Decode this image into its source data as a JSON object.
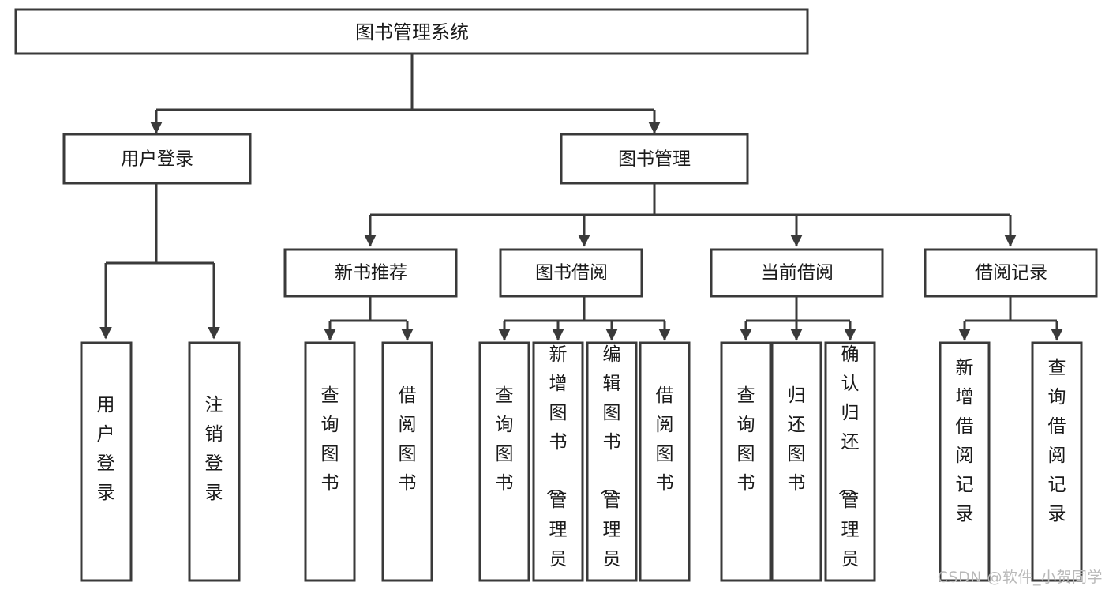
{
  "diagram": {
    "title": "图书管理系统",
    "type": "tree-hierarchy-chart",
    "watermark": "CSDN @软件_小贺同学",
    "colors": {
      "box_stroke": "#3a3a3a",
      "box_fill": "#ffffff",
      "text": "#1a1a1a",
      "connector": "#3a3a3a",
      "watermark": "#b9b9b9",
      "background": "#ffffff"
    },
    "root": {
      "label": "图书管理系统"
    },
    "level2": [
      {
        "label": "用户登录"
      },
      {
        "label": "图书管理"
      }
    ],
    "level3": [
      {
        "label": "新书推荐"
      },
      {
        "label": "图书借阅"
      },
      {
        "label": "当前借阅"
      },
      {
        "label": "借阅记录"
      }
    ],
    "leaves": {
      "user_login": [
        {
          "label": "用户登录"
        },
        {
          "label": "注销登录"
        }
      ],
      "new_book_recommend": [
        {
          "label": "查询图书"
        },
        {
          "label": "借阅图书"
        }
      ],
      "book_borrow": [
        {
          "label": "查询图书"
        },
        {
          "label": "新增图书（管理员）"
        },
        {
          "label": "编辑图书（管理员）"
        },
        {
          "label": "借阅图书"
        }
      ],
      "current_borrow": [
        {
          "label": "查询图书"
        },
        {
          "label": "归还图书"
        },
        {
          "label": "确认归还（管理员）"
        }
      ],
      "borrow_record": [
        {
          "label": "新增借阅记录"
        },
        {
          "label": "查询借阅记录"
        }
      ]
    }
  }
}
